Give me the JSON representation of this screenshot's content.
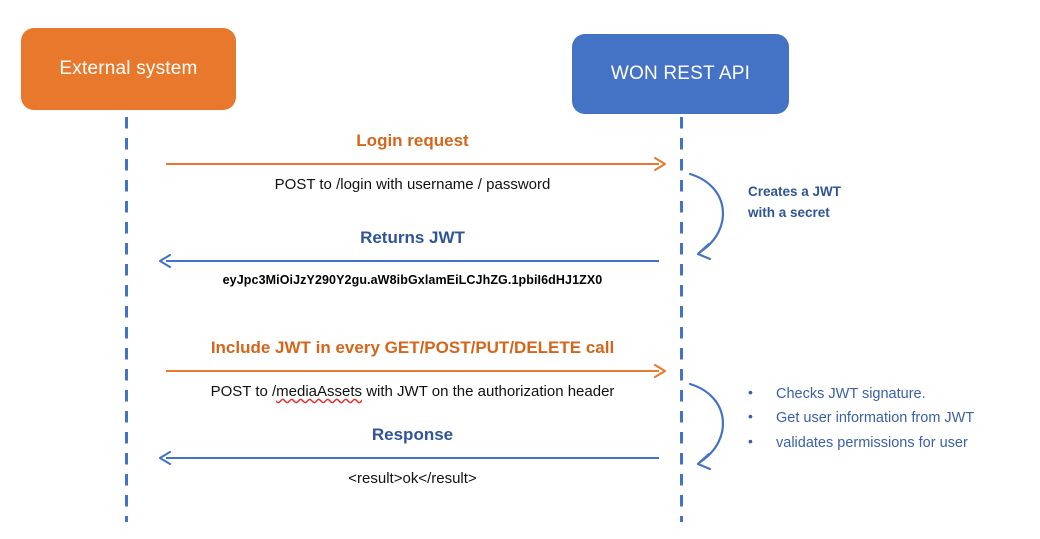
{
  "diagram": {
    "type": "sequence-diagram",
    "colors": {
      "external_system": "#E8792C",
      "rest_api": "#4472C4",
      "request_label": "#D4661B",
      "response_label": "#2F5597",
      "lifeline": "#4472C4",
      "spellcheck_underline": "#E03030"
    }
  },
  "actors": {
    "left": {
      "label": "External system"
    },
    "right": {
      "label": "WON REST API"
    }
  },
  "messages": [
    {
      "title": "Login request",
      "subtitle": "POST to /login with username / password",
      "direction": "right",
      "color": "orange"
    },
    {
      "title": "Returns JWT",
      "subtitle": "eyJpc3MiOiJzY290Y2gu.aW8ibGxlamEiLCJhZG.1pbiI6dHJ1ZX0",
      "direction": "left",
      "color": "blue"
    },
    {
      "title": "Include JWT in every GET/POST/PUT/DELETE call",
      "subtitle_before": "POST to /",
      "subtitle_misspelled": "mediaAssets",
      "subtitle_after": " with JWT on the authorization header",
      "direction": "right",
      "color": "orange"
    },
    {
      "title": "Response",
      "subtitle": "<result>ok</result>",
      "direction": "left",
      "color": "blue"
    }
  ],
  "notes": {
    "create_jwt": {
      "line1": "Creates a JWT",
      "line2": "with a secret"
    },
    "validate": {
      "items": [
        "Checks JWT signature.",
        "Get user information from JWT",
        "validates permissions for user"
      ]
    }
  }
}
